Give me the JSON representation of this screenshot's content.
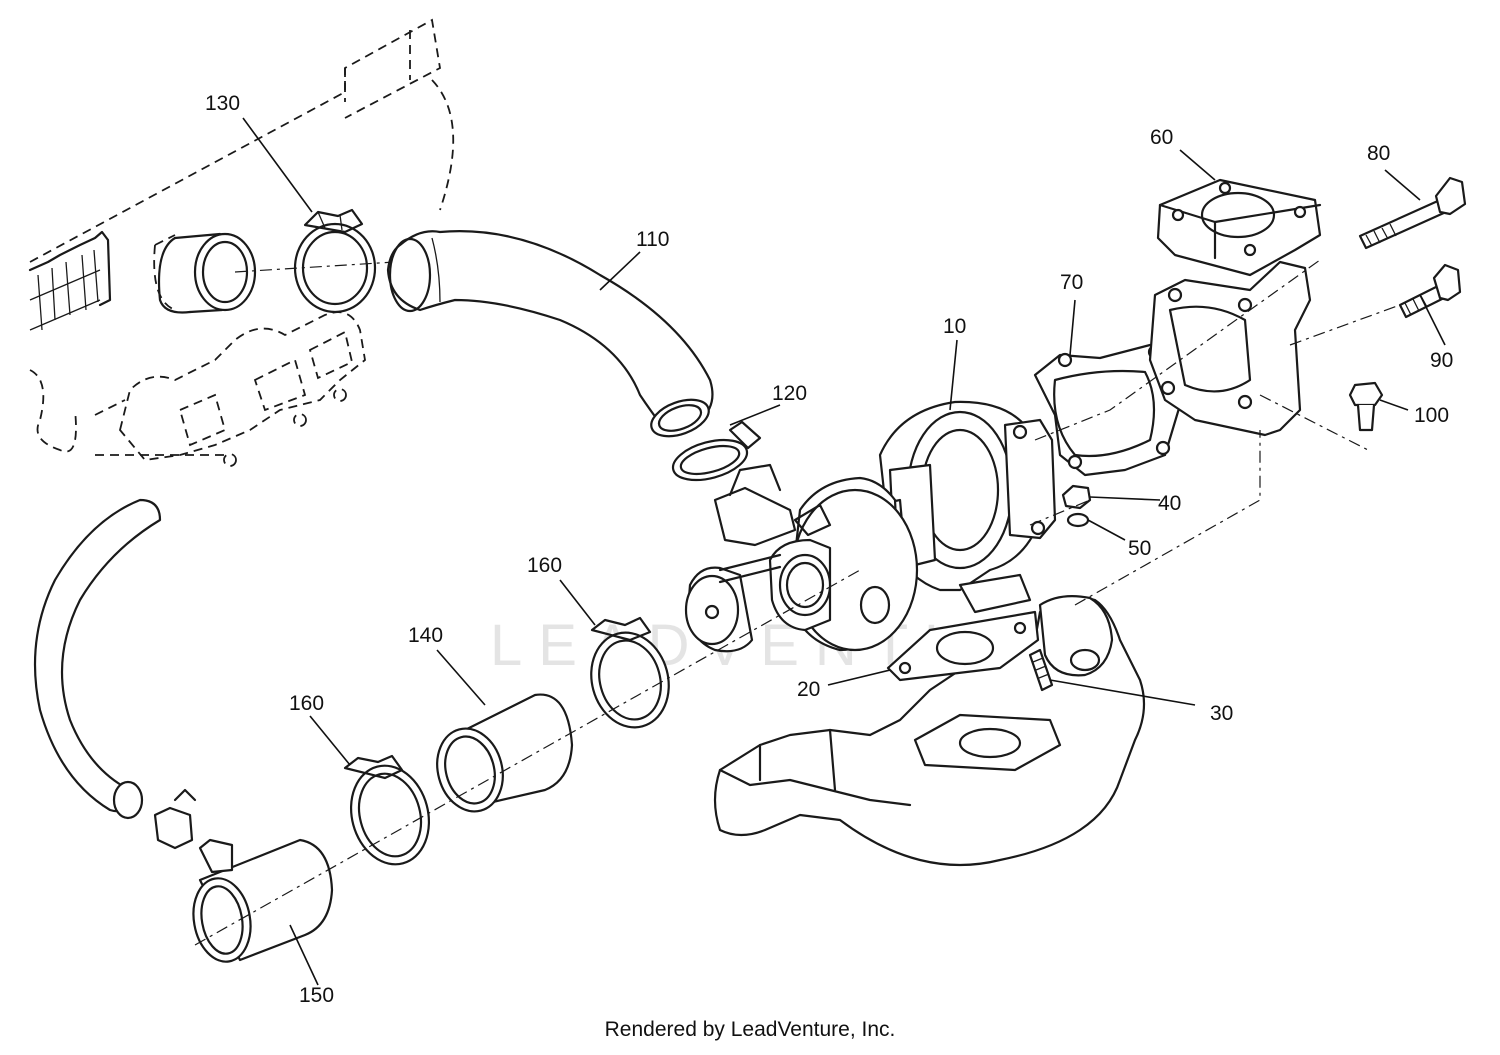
{
  "watermark": "LEADVENTURE",
  "footer": "Rendered by LeadVenture, Inc.",
  "callouts": {
    "p10": "10",
    "p20": "20",
    "p30": "30",
    "p40": "40",
    "p50": "50",
    "p60": "60",
    "p70": "70",
    "p80": "80",
    "p90": "90",
    "p100": "100",
    "p110": "110",
    "p120": "120",
    "p130": "130",
    "p140": "140",
    "p150": "150",
    "p160a": "160",
    "p160b": "160"
  }
}
